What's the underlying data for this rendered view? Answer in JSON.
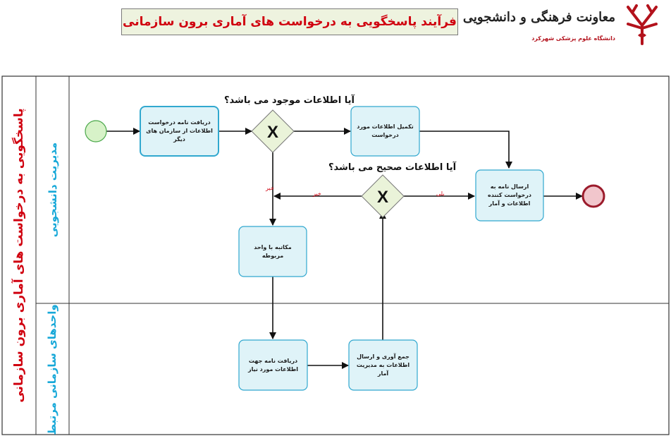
{
  "header": {
    "title": "فرآیند پاسخگویی به درخواست های آماری برون سازمانی",
    "org_name": "معاونت فرهنگی و دانشجویی",
    "university": "دانشگاه علوم پزشکی شهرکرد"
  },
  "pool": {
    "label": "پاسخگویی به درخواست های آماری برون سازمانی"
  },
  "lanes": {
    "top": "مدیریت دانشجویی",
    "bottom": "واحدهای سازمانی مرتبط"
  },
  "tasks": {
    "receive_letter": "دریافت نامه درخواست اطلاعات از سازمان های دیگر",
    "complete_info": "تکمیل اطلاعات مورد درخواست",
    "send_letter": "ارسال نامه به درخواست کننده اطلاعات و آمار",
    "correspond": "مکاتبه با واحد مربوطه",
    "receive_needed": "دریافت نامه جهت اطلاعات مورد نیاز",
    "collect_send": "جمع آوری و ارسال اطلاعات به مدیریت آمار"
  },
  "gateways": {
    "g1_question": "آیا اطلاعات موجود می باشد؟",
    "g2_question": "آیا اطلاعات صحیح می باشد؟",
    "symbol": "X"
  },
  "flow_labels": {
    "no": "خیر",
    "yes": "بلی"
  },
  "colors": {
    "title_text": "#d0000f",
    "lane_text": "#17a8d8",
    "task_fill": "#dff3f8",
    "task_border": "#31a8cf",
    "start_fill": "#d7f2c8",
    "start_border": "#4aa84a",
    "end_fill": "#f1c6cc",
    "end_border": "#9b1b2b",
    "gateway_fill": "#eaf3d9"
  }
}
